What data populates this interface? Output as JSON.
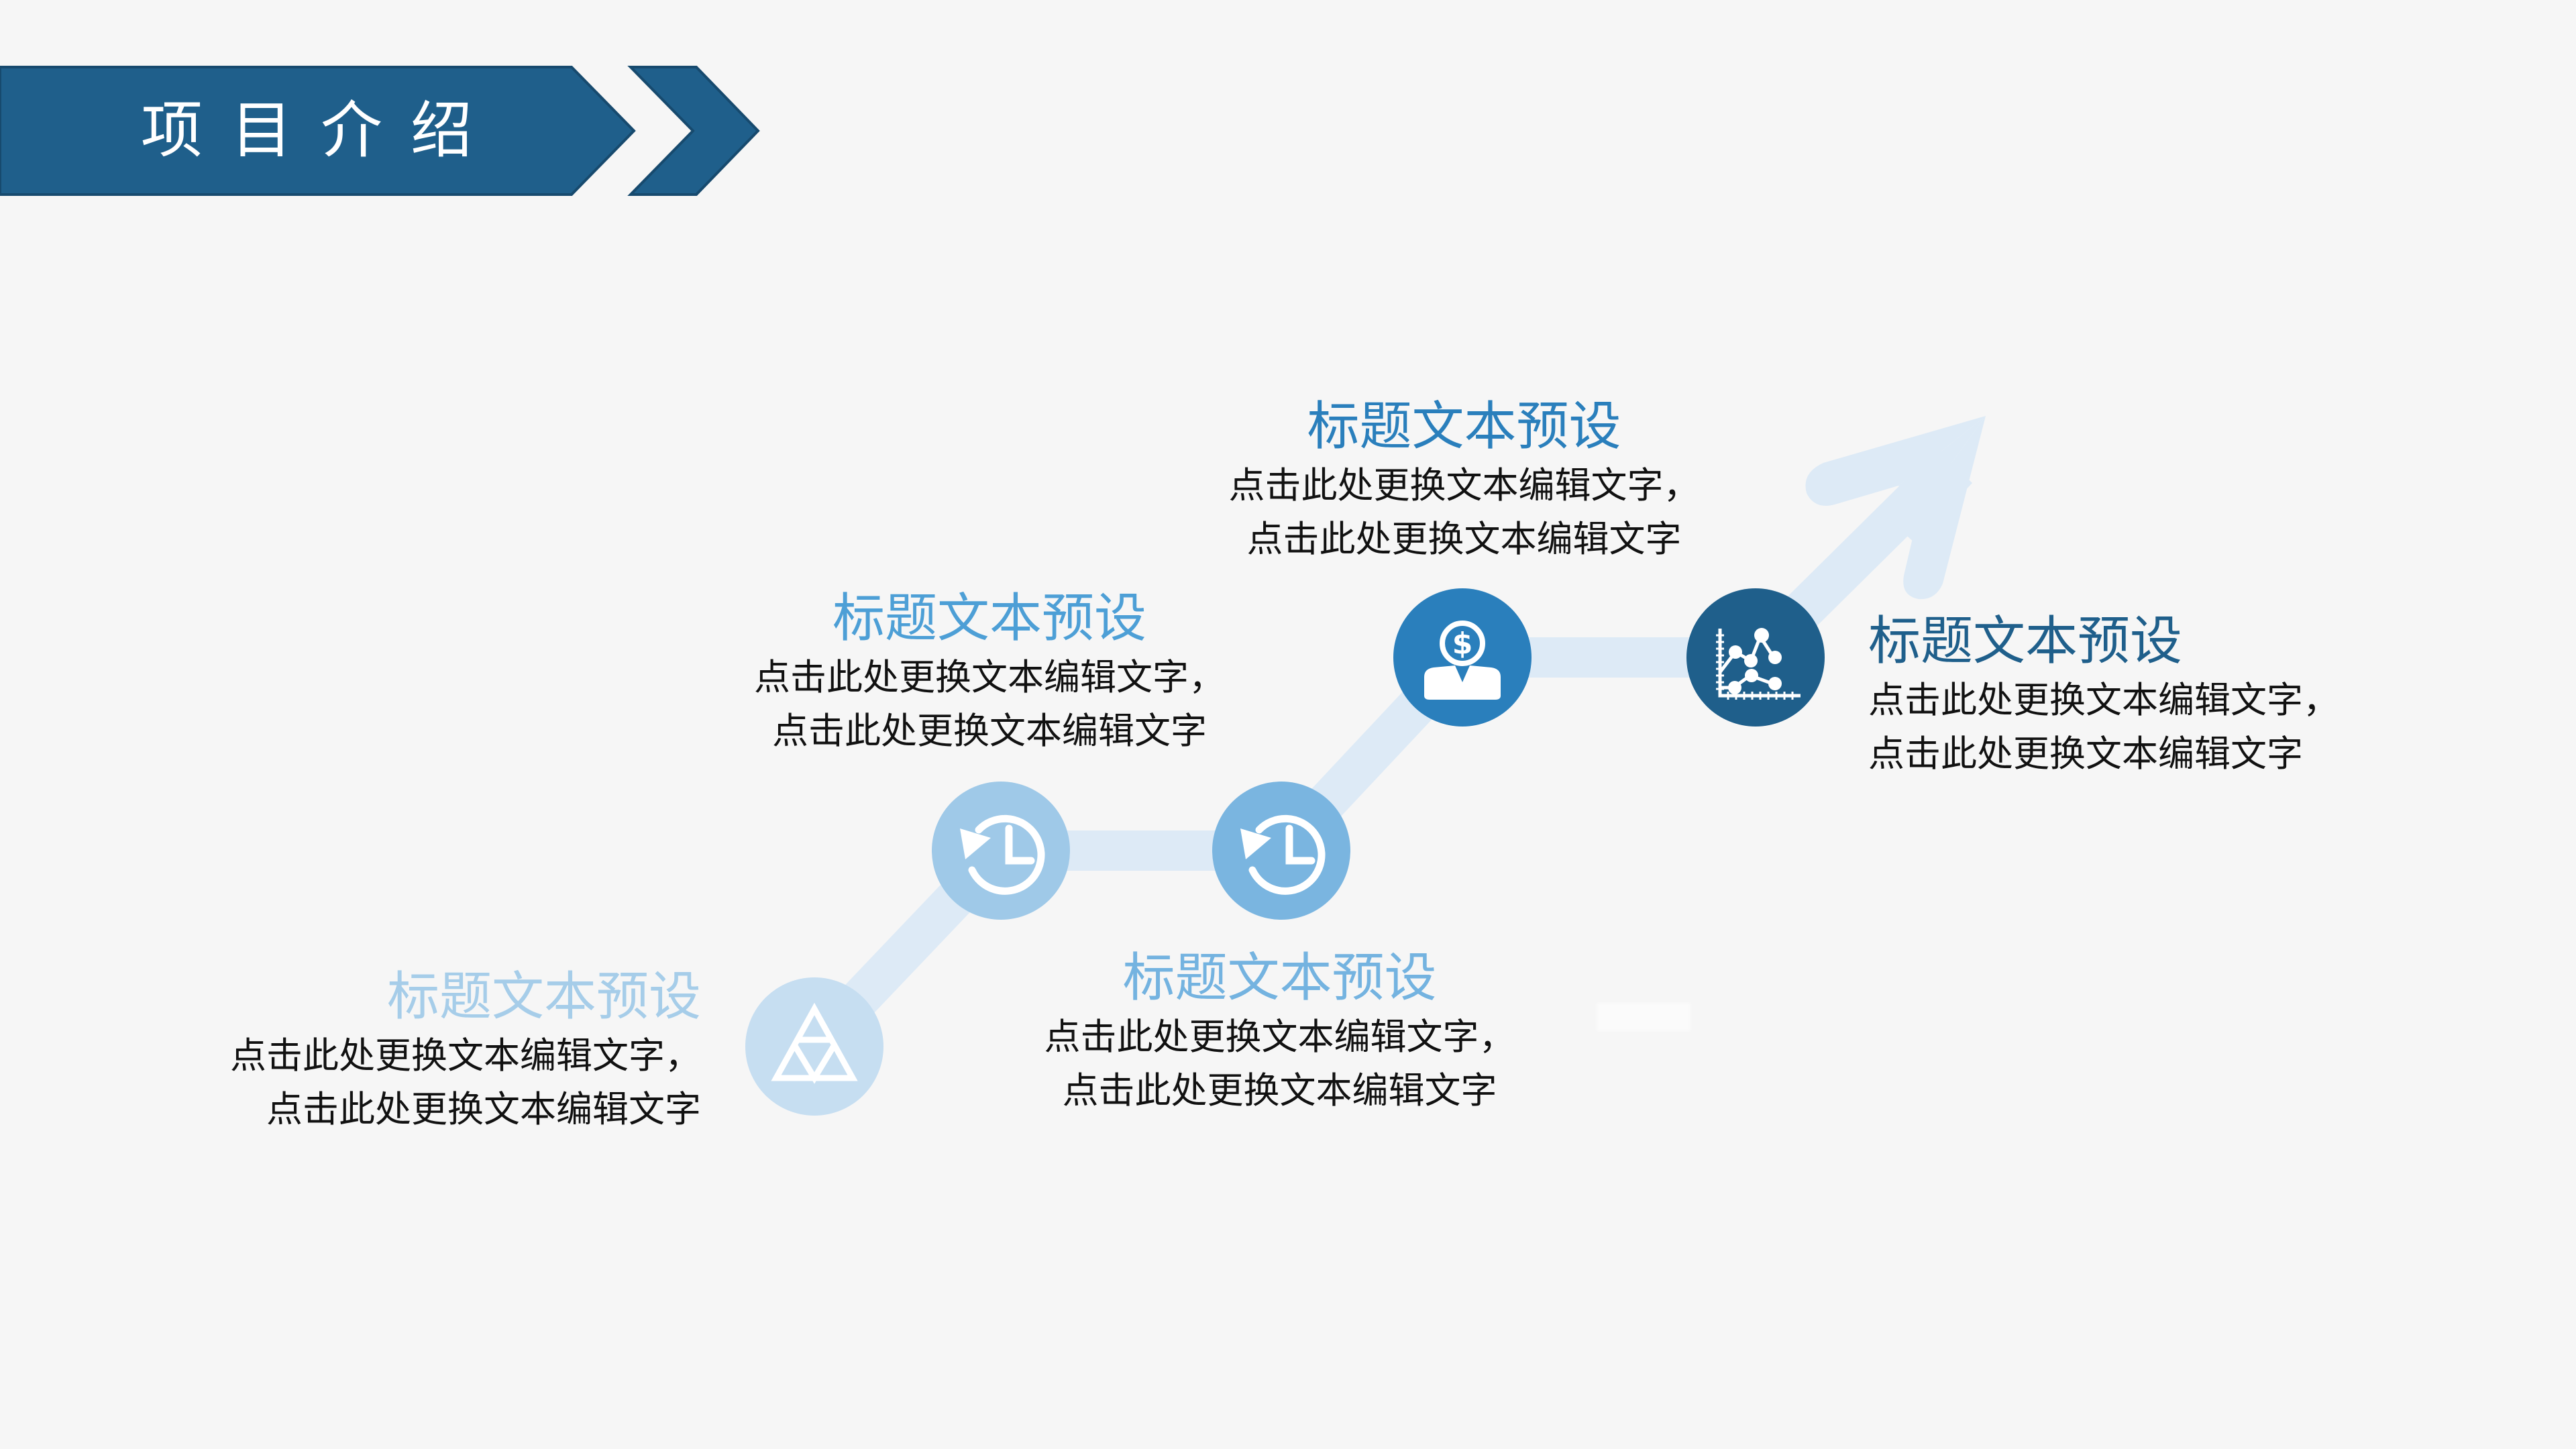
{
  "header": {
    "title": "项目介绍",
    "banner_color": "#1f5f8b"
  },
  "colors": {
    "background": "#f6f6f6",
    "connector": "#ddeaf6",
    "arrow": "#ddeaf6",
    "node_1": "#c6def1",
    "node_2": "#9fc9e8",
    "node_3": "#7ab5e0",
    "node_4": "#2a7fbc",
    "node_5": "#1f5f8b",
    "heading_1": "#a6cde9",
    "heading_2": "#4d9fd6",
    "heading_3": "#74b3e0",
    "heading_4": "#2a7fbc",
    "heading_5": "#1f5f8b",
    "body_text": "#111111"
  },
  "steps": [
    {
      "icon": "pyramid-icon",
      "heading": "标题文本预设",
      "body_line_1": "点击此处更换文本编辑文字，",
      "body_line_2": "点击此处更换文本编辑文字"
    },
    {
      "icon": "history-clock-icon",
      "heading": "标题文本预设",
      "body_line_1": "点击此处更换文本编辑文字，",
      "body_line_2": "点击此处更换文本编辑文字"
    },
    {
      "icon": "history-clock-icon",
      "heading": "标题文本预设",
      "body_line_1": "点击此处更换文本编辑文字，",
      "body_line_2": "点击此处更换文本编辑文字"
    },
    {
      "icon": "dollar-businessman-icon",
      "heading": "标题文本预设",
      "body_line_1": "点击此处更换文本编辑文字，",
      "body_line_2": "点击此处更换文本编辑文字"
    },
    {
      "icon": "line-chart-icon",
      "heading": "标题文本预设",
      "body_line_1": "点击此处更换文本编辑文字，",
      "body_line_2": "点击此处更换文本编辑文字"
    }
  ]
}
